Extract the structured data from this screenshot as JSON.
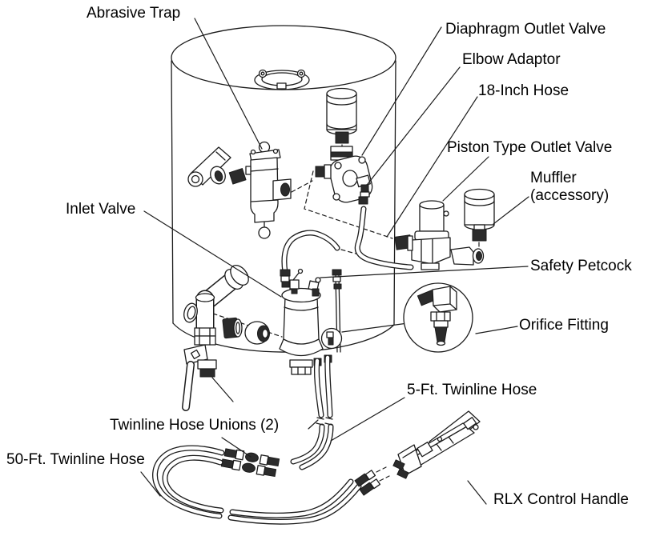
{
  "figure": {
    "line_color": "#1b1b1b",
    "background_color": "#ffffff"
  },
  "labels": [
    {
      "id": "abrasive-trap",
      "text": "Abrasive Trap"
    },
    {
      "id": "diaphragm-outlet-valve",
      "text": "Diaphragm Outlet Valve"
    },
    {
      "id": "elbow-adaptor",
      "text": "Elbow Adaptor"
    },
    {
      "id": "hose-18-inch",
      "text": "18-Inch Hose"
    },
    {
      "id": "piston-type-outlet-valve",
      "text": "Piston Type Outlet Valve"
    },
    {
      "id": "muffler",
      "text": "Muffler",
      "text2": "(accessory)"
    },
    {
      "id": "safety-petcock",
      "text": "Safety Petcock"
    },
    {
      "id": "orifice-fitting",
      "text": "Orifice Fitting"
    },
    {
      "id": "hose-5-ft",
      "text": "5-Ft. Twinline Hose"
    },
    {
      "id": "inlet-valve",
      "text": "Inlet Valve"
    },
    {
      "id": "twinline-hose-unions",
      "text": "Twinline Hose Unions (2)"
    },
    {
      "id": "hose-50-ft",
      "text": "50-Ft. Twinline Hose"
    },
    {
      "id": "rlx-control-handle",
      "text": "RLX Control Handle"
    }
  ]
}
